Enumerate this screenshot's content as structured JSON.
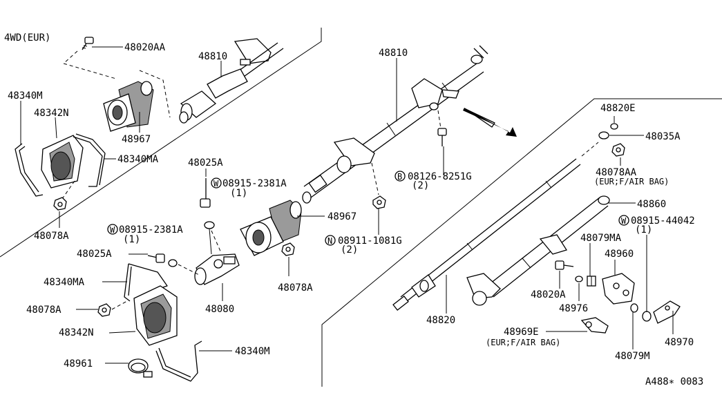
{
  "diagram": {
    "variant_label": "4WD(EUR)",
    "reference": "A488∗ 0083",
    "labels": {
      "p48020AA": "48020AA",
      "p48810_top": "48810",
      "p48810_main": "48810",
      "p48340M_top": "48340M",
      "p48342N_top": "48342N",
      "p48967_top": "48967",
      "p48340MA_top": "48340MA",
      "p48078A_top": "48078A",
      "p48025A_top": "48025A",
      "p08915_2381A_top": "08915-2381A",
      "p08915_2381A_top_qty": "(1)",
      "p08915_2381A_left": "08915-2381A",
      "p08915_2381A_left_qty": "(1)",
      "p48025A_left": "48025A",
      "p48340MA_left": "48340MA",
      "p48078A_left": "48078A",
      "p48342N_left": "48342N",
      "p48961": "48961",
      "p48340M_bottom": "48340M",
      "p48080": "48080",
      "p48967_mid": "48967",
      "p48078A_mid": "48078A",
      "p08911_1081G": "08911-1081G",
      "p08911_1081G_qty": "(2)",
      "p08126_8251G": "08126-8251G",
      "p08126_8251G_qty": "(2)",
      "p48820E": "48820E",
      "p48035A": "48035A",
      "p48078AA": "48078AA",
      "p48078AA_note": "(EUR;F/AIR BAG)",
      "p48860": "48860",
      "p08915_44042": "08915-44042",
      "p08915_44042_qty": "(1)",
      "p48079MA": "48079MA",
      "p48960": "48960",
      "p48020A": "48020A",
      "p48976": "48976",
      "p48820": "48820",
      "p48969E": "48969E",
      "p48969E_note": "(EUR;F/AIR BAG)",
      "p48079M": "48079M",
      "p48970": "48970"
    },
    "prefix_symbols": {
      "washer": "W",
      "bolt": "B",
      "nut": "N"
    }
  }
}
